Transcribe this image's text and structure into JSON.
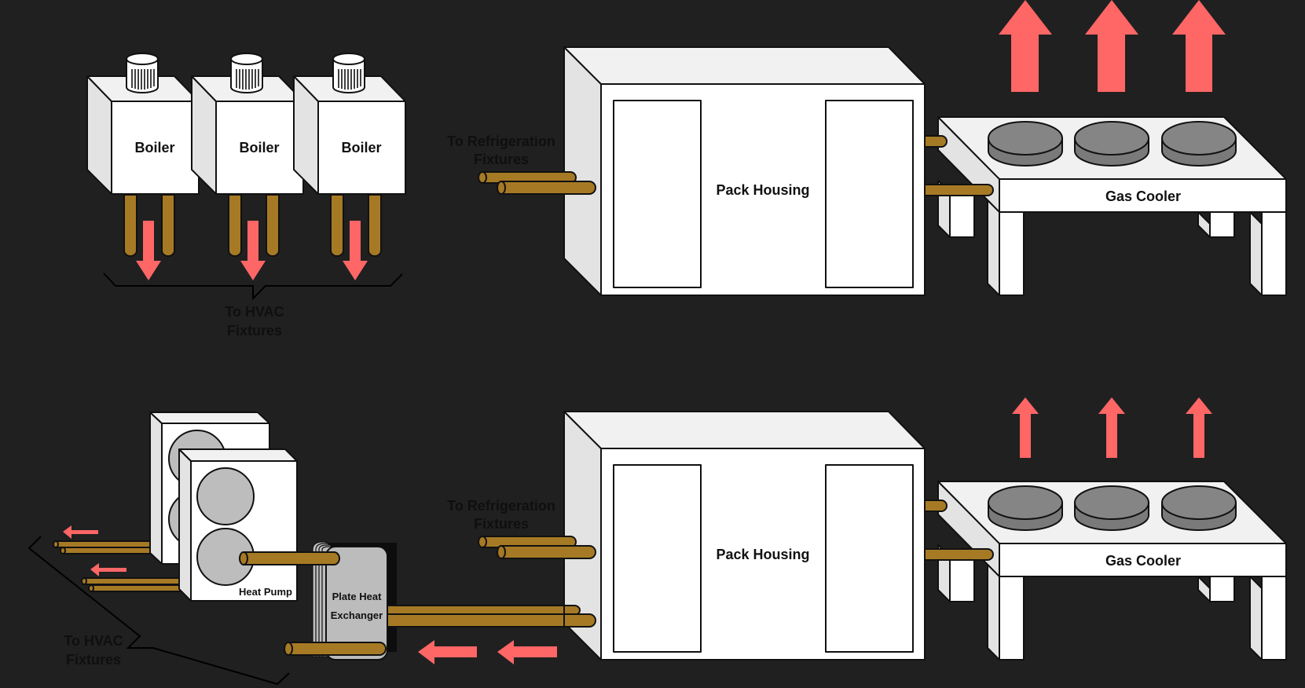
{
  "title": "Supermarket CO2 refrigeration heat reclaim comparison",
  "colors": {
    "background": "#202020",
    "arrow": "#ff6666",
    "pipe": "#a67a25",
    "equipment_front": "#ffffff",
    "equipment_top": "#f1f1f1",
    "equipment_side": "#e3e3e3",
    "fan": "#858585"
  },
  "top_system": {
    "boilers": [
      {
        "label": "Boiler"
      },
      {
        "label": "Boiler"
      },
      {
        "label": "Boiler"
      }
    ],
    "hvac_label_line1": "To HVAC",
    "hvac_label_line2": "Fixtures",
    "refrigeration_label_line1": "To Refrigeration",
    "refrigeration_label_line2": "Fixtures",
    "pack_housing_label": "Pack Housing",
    "gas_cooler_label": "Gas Cooler",
    "heat_rejection_arrows": 3,
    "heat_rejection_level": "large"
  },
  "bottom_system": {
    "heat_pump_label": "Heat Pump",
    "heat_pump_units": 2,
    "plate_heat_exchanger_line1": "Plate Heat",
    "plate_heat_exchanger_line2": "Exchanger",
    "hvac_label_line1": "To HVAC",
    "hvac_label_line2": "Fixtures",
    "refrigeration_label_line1": "To Refrigeration",
    "refrigeration_label_line2": "Fixtures",
    "pack_housing_label": "Pack Housing",
    "gas_cooler_label": "Gas Cooler",
    "heat_rejection_arrows": 3,
    "heat_rejection_level": "small",
    "heat_reclaim_arrows": 2,
    "hvac_supply_arrows": 2
  },
  "icons": {
    "boiler_chimney": "chimney-icon",
    "fan": "fan-icon",
    "arrow_up": "arrow-up-icon",
    "arrow_down": "arrow-down-icon",
    "arrow_left": "arrow-left-icon"
  }
}
